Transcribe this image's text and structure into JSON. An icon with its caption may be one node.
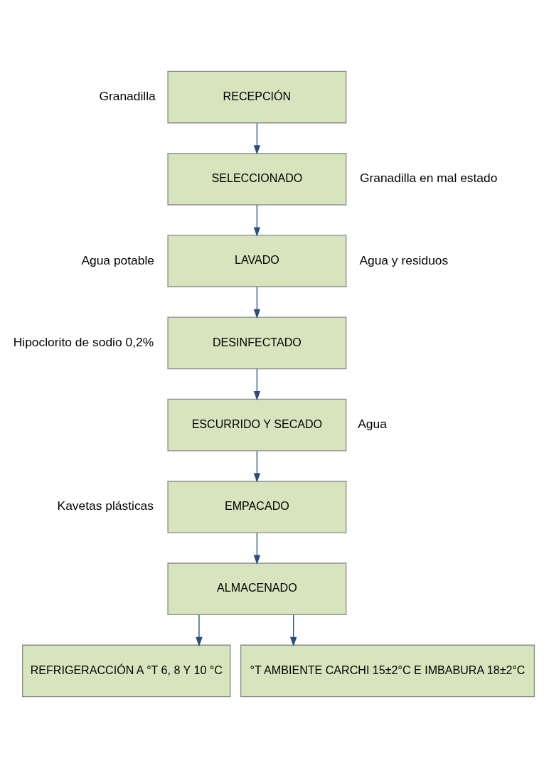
{
  "diagram": {
    "nodes": [
      {
        "text": [
          "RECEPCIÓN"
        ],
        "beside": [
          "Granadilla"
        ]
      },
      {
        "text": [
          "SELECCIONADO"
        ],
        "beside": [
          "Granadilla en mal estado"
        ]
      },
      {
        "text": [
          "LAVADO"
        ],
        "beside": [
          "Agua potable",
          "Agua y residuos"
        ]
      },
      {
        "text": [
          "DESINFECTADO"
        ],
        "beside": [
          "Hipoclorito de sodio 0,2%"
        ]
      },
      {
        "text": [
          "ESCURRIDO Y SECADO"
        ],
        "beside": [
          "Agua"
        ]
      },
      {
        "text": [
          "EMPACADO"
        ],
        "beside": [
          "Kavetas plásticas"
        ]
      },
      {
        "text": [
          "ALMACENADO"
        ]
      },
      {
        "text": [
          "REFRIGERACCIÓN A °T 6, 8 Y 10 °C"
        ]
      },
      {
        "text": [
          "°T AMBIENTE CARCHI 15±2°C E IMBABURA 18±2°C"
        ]
      }
    ],
    "edges": [
      {
        "from": 0,
        "to": 1,
        "arrow": "to"
      },
      {
        "from": 1,
        "to": 2,
        "arrow": "to"
      },
      {
        "from": 2,
        "to": 3,
        "arrow": "to"
      },
      {
        "from": 3,
        "to": 4,
        "arrow": "to"
      },
      {
        "from": 4,
        "to": 5,
        "arrow": "to"
      },
      {
        "from": 5,
        "to": 6,
        "arrow": "to"
      },
      {
        "from": 6,
        "to": 7,
        "arrow": "to"
      },
      {
        "from": 6,
        "to": 8,
        "arrow": "to"
      }
    ]
  }
}
